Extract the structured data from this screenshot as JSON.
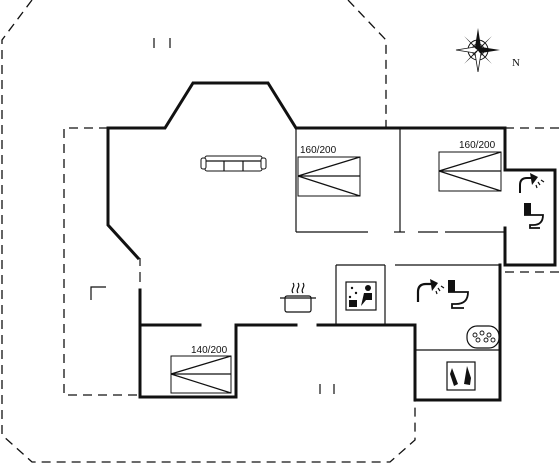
{
  "compass": {
    "label": "N"
  },
  "rooms": {
    "bedroom_1": {
      "bed_size": "160/200"
    },
    "bedroom_2": {
      "bed_size": "160/200"
    },
    "bedroom_3": {
      "bed_size": "140/200"
    }
  },
  "icons": [
    "compass-rose-icon",
    "sofa-icon",
    "double-bed-icon",
    "single-bed-icon",
    "cooking-pot-icon",
    "shower-icon",
    "toilet-icon",
    "sauna-icon",
    "spa-whirlpool-icon",
    "utility-room-icon",
    "fireplace-icon",
    "stairs-icon"
  ]
}
